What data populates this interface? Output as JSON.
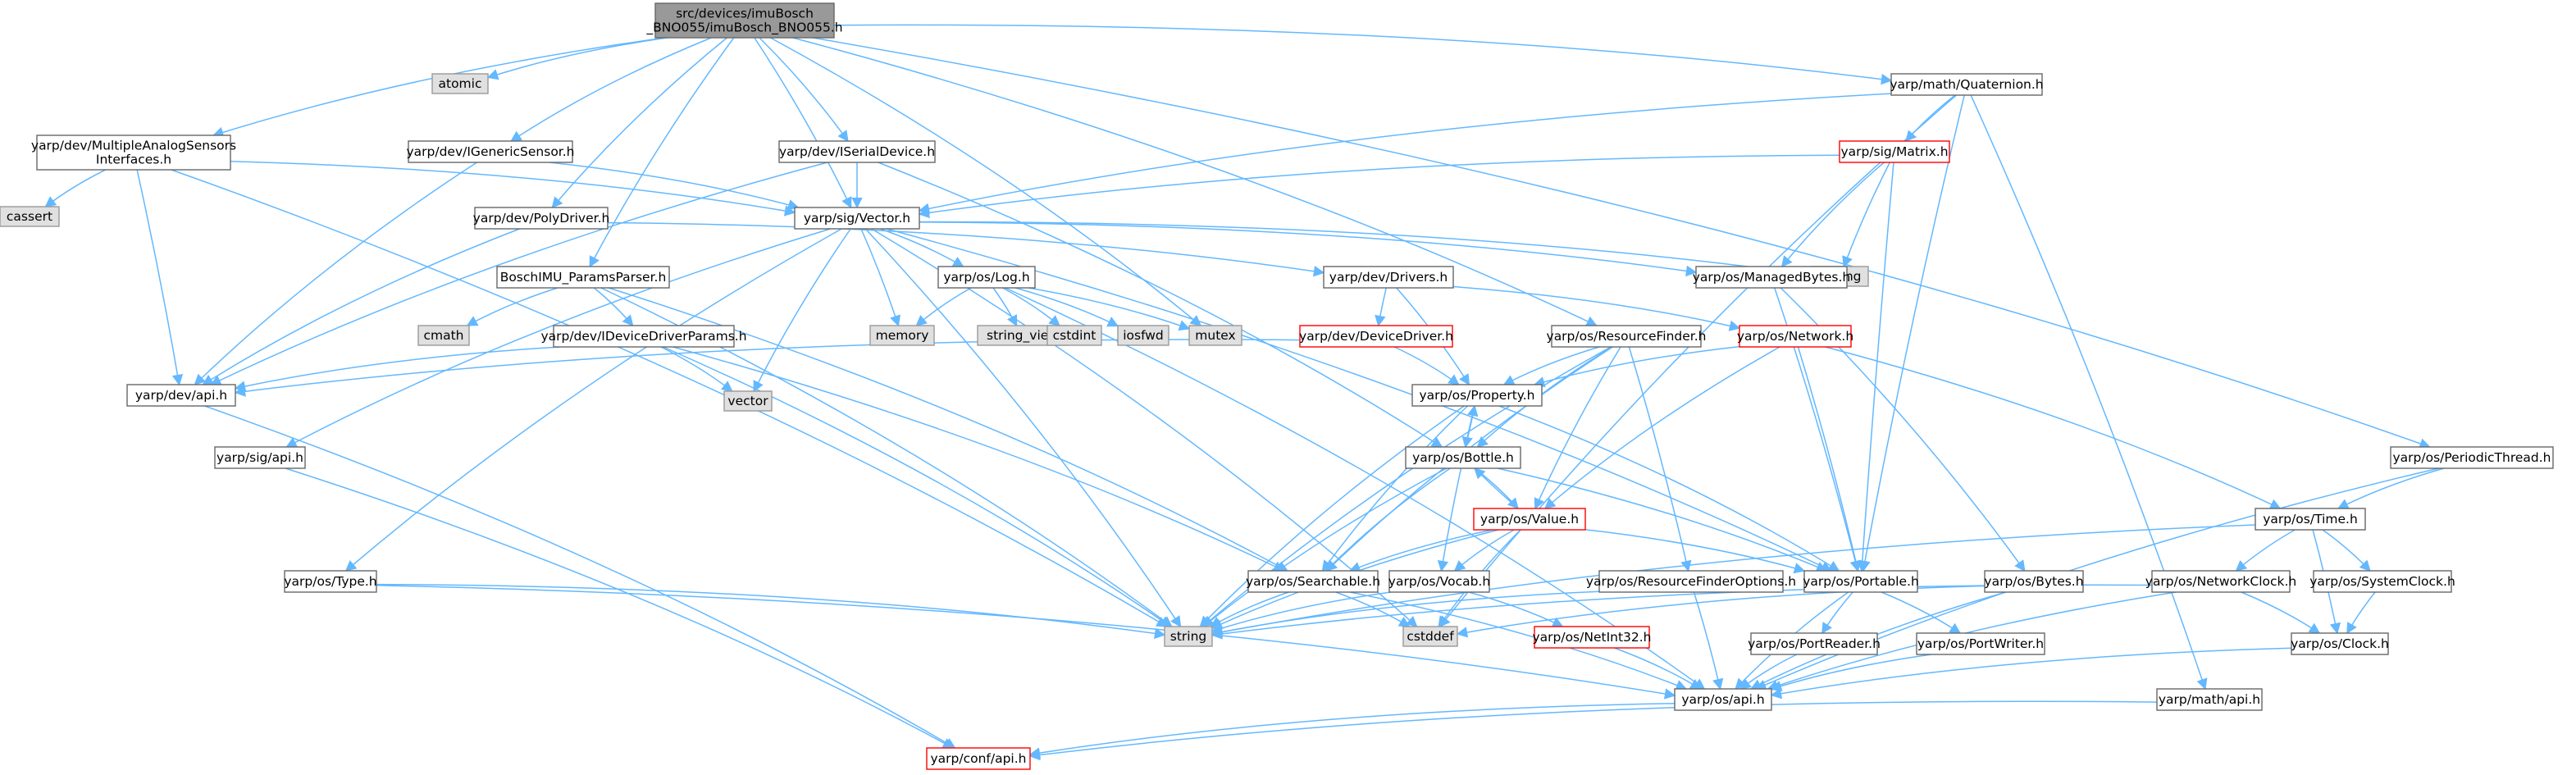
{
  "colors": {
    "edge": "#63b8ff",
    "normal_fill": "#ffffff",
    "normal_border": "#666666",
    "missing_fill": "#e0e0e0",
    "missing_border": "#999999",
    "truncated_border": "#ff0000",
    "root_fill": "#999999",
    "root_border": "#666666"
  },
  "nodes": [
    {
      "id": "root",
      "kind": "root",
      "lines": [
        "src/devices/imuBosch",
        "_BNO055/imuBosch_BNO055.h"
      ]
    },
    {
      "id": "atomic",
      "kind": "missing",
      "lines": [
        "atomic"
      ]
    },
    {
      "id": "multi",
      "kind": "normal",
      "lines": [
        "yarp/dev/MultipleAnalogSensors",
        "Interfaces.h"
      ]
    },
    {
      "id": "cassert",
      "kind": "missing",
      "lines": [
        "cassert"
      ]
    },
    {
      "id": "igeneric",
      "kind": "normal",
      "lines": [
        "yarp/dev/IGenericSensor.h"
      ]
    },
    {
      "id": "iserial",
      "kind": "normal",
      "lines": [
        "yarp/dev/ISerialDevice.h"
      ]
    },
    {
      "id": "polydriver",
      "kind": "normal",
      "lines": [
        "yarp/dev/PolyDriver.h"
      ]
    },
    {
      "id": "vector",
      "kind": "normal",
      "lines": [
        "yarp/sig/Vector.h"
      ]
    },
    {
      "id": "quaternion",
      "kind": "normal",
      "lines": [
        "yarp/math/Quaternion.h"
      ]
    },
    {
      "id": "matrix",
      "kind": "truncated",
      "lines": [
        "yarp/sig/Matrix.h"
      ]
    },
    {
      "id": "cstring",
      "kind": "missing",
      "lines": [
        "cstring"
      ]
    },
    {
      "id": "bosch",
      "kind": "normal",
      "lines": [
        "BoschIMU_ParamsParser.h"
      ]
    },
    {
      "id": "log",
      "kind": "normal",
      "lines": [
        "yarp/os/Log.h"
      ]
    },
    {
      "id": "drivers",
      "kind": "normal",
      "lines": [
        "yarp/dev/Drivers.h"
      ]
    },
    {
      "id": "managed",
      "kind": "normal",
      "lines": [
        "yarp/os/ManagedBytes.h"
      ]
    },
    {
      "id": "cmath",
      "kind": "missing",
      "lines": [
        "cmath"
      ]
    },
    {
      "id": "ideviceparams",
      "kind": "normal",
      "lines": [
        "yarp/dev/IDeviceDriverParams.h"
      ]
    },
    {
      "id": "memory",
      "kind": "missing",
      "lines": [
        "memory"
      ]
    },
    {
      "id": "string_view",
      "kind": "missing",
      "lines": [
        "string_view"
      ]
    },
    {
      "id": "cstdint",
      "kind": "missing",
      "lines": [
        "cstdint"
      ]
    },
    {
      "id": "iosfwd",
      "kind": "missing",
      "lines": [
        "iosfwd"
      ]
    },
    {
      "id": "mutex",
      "kind": "missing",
      "lines": [
        "mutex"
      ]
    },
    {
      "id": "devicedriver",
      "kind": "truncated",
      "lines": [
        "yarp/dev/DeviceDriver.h"
      ]
    },
    {
      "id": "resourcefinder",
      "kind": "normal",
      "lines": [
        "yarp/os/ResourceFinder.h"
      ]
    },
    {
      "id": "network",
      "kind": "truncated",
      "lines": [
        "yarp/os/Network.h"
      ]
    },
    {
      "id": "devapi",
      "kind": "normal",
      "lines": [
        "yarp/dev/api.h"
      ]
    },
    {
      "id": "vectorstd",
      "kind": "missing",
      "lines": [
        "vector"
      ]
    },
    {
      "id": "property",
      "kind": "normal",
      "lines": [
        "yarp/os/Property.h"
      ]
    },
    {
      "id": "bottle",
      "kind": "normal",
      "lines": [
        "yarp/os/Bottle.h"
      ]
    },
    {
      "id": "sigapi",
      "kind": "normal",
      "lines": [
        "yarp/sig/api.h"
      ]
    },
    {
      "id": "periodic",
      "kind": "normal",
      "lines": [
        "yarp/os/PeriodicThread.h"
      ]
    },
    {
      "id": "value",
      "kind": "truncated",
      "lines": [
        "yarp/os/Value.h"
      ]
    },
    {
      "id": "time",
      "kind": "normal",
      "lines": [
        "yarp/os/Time.h"
      ]
    },
    {
      "id": "type",
      "kind": "normal",
      "lines": [
        "yarp/os/Type.h"
      ]
    },
    {
      "id": "searchable",
      "kind": "normal",
      "lines": [
        "yarp/os/Searchable.h"
      ]
    },
    {
      "id": "vocab",
      "kind": "normal",
      "lines": [
        "yarp/os/Vocab.h"
      ]
    },
    {
      "id": "rfoptions",
      "kind": "normal",
      "lines": [
        "yarp/os/ResourceFinderOptions.h"
      ]
    },
    {
      "id": "portable",
      "kind": "normal",
      "lines": [
        "yarp/os/Portable.h"
      ]
    },
    {
      "id": "bytes",
      "kind": "normal",
      "lines": [
        "yarp/os/Bytes.h"
      ]
    },
    {
      "id": "networkclock",
      "kind": "normal",
      "lines": [
        "yarp/os/NetworkClock.h"
      ]
    },
    {
      "id": "systemclock",
      "kind": "normal",
      "lines": [
        "yarp/os/SystemClock.h"
      ]
    },
    {
      "id": "string",
      "kind": "missing",
      "lines": [
        "string"
      ]
    },
    {
      "id": "cstddef",
      "kind": "missing",
      "lines": [
        "cstddef"
      ]
    },
    {
      "id": "netint32",
      "kind": "truncated",
      "lines": [
        "yarp/os/NetInt32.h"
      ]
    },
    {
      "id": "portreader",
      "kind": "normal",
      "lines": [
        "yarp/os/PortReader.h"
      ]
    },
    {
      "id": "portwriter",
      "kind": "normal",
      "lines": [
        "yarp/os/PortWriter.h"
      ]
    },
    {
      "id": "clock",
      "kind": "normal",
      "lines": [
        "yarp/os/Clock.h"
      ]
    },
    {
      "id": "osapi",
      "kind": "normal",
      "lines": [
        "yarp/os/api.h"
      ]
    },
    {
      "id": "mathapi",
      "kind": "normal",
      "lines": [
        "yarp/math/api.h"
      ]
    },
    {
      "id": "confapi",
      "kind": "truncated",
      "lines": [
        "yarp/conf/api.h"
      ]
    }
  ],
  "edges": [
    [
      "root",
      "atomic"
    ],
    [
      "root",
      "multi"
    ],
    [
      "root",
      "igeneric"
    ],
    [
      "root",
      "iserial"
    ],
    [
      "root",
      "polydriver"
    ],
    [
      "root",
      "vector"
    ],
    [
      "root",
      "bosch"
    ],
    [
      "root",
      "mutex"
    ],
    [
      "root",
      "resourcefinder"
    ],
    [
      "root",
      "quaternion"
    ],
    [
      "root",
      "periodic"
    ],
    [
      "multi",
      "cassert"
    ],
    [
      "multi",
      "vector"
    ],
    [
      "multi",
      "devapi"
    ],
    [
      "multi",
      "string"
    ],
    [
      "igeneric",
      "vector"
    ],
    [
      "igeneric",
      "devapi"
    ],
    [
      "iserial",
      "vector"
    ],
    [
      "iserial",
      "devapi"
    ],
    [
      "iserial",
      "bottle"
    ],
    [
      "polydriver",
      "drivers"
    ],
    [
      "polydriver",
      "devapi"
    ],
    [
      "vector",
      "cstring"
    ],
    [
      "vector",
      "log"
    ],
    [
      "vector",
      "memory"
    ],
    [
      "vector",
      "vectorstd"
    ],
    [
      "vector",
      "string"
    ],
    [
      "vector",
      "cstddef"
    ],
    [
      "vector",
      "managed"
    ],
    [
      "vector",
      "portable"
    ],
    [
      "vector",
      "type"
    ],
    [
      "vector",
      "sigapi"
    ],
    [
      "quaternion",
      "vector"
    ],
    [
      "quaternion",
      "matrix"
    ],
    [
      "quaternion",
      "portable"
    ],
    [
      "quaternion",
      "cstddef"
    ],
    [
      "quaternion",
      "mathapi"
    ],
    [
      "matrix",
      "vector"
    ],
    [
      "matrix",
      "cstring"
    ],
    [
      "matrix",
      "managed"
    ],
    [
      "matrix",
      "portable"
    ],
    [
      "bosch",
      "cmath"
    ],
    [
      "bosch",
      "ideviceparams"
    ],
    [
      "bosch",
      "string"
    ],
    [
      "bosch",
      "searchable"
    ],
    [
      "ideviceparams",
      "vectorstd"
    ],
    [
      "ideviceparams",
      "string"
    ],
    [
      "ideviceparams",
      "searchable"
    ],
    [
      "ideviceparams",
      "devapi"
    ],
    [
      "log",
      "memory"
    ],
    [
      "log",
      "string_view"
    ],
    [
      "log",
      "cstdint"
    ],
    [
      "log",
      "iosfwd"
    ],
    [
      "log",
      "mutex"
    ],
    [
      "log",
      "osapi"
    ],
    [
      "drivers",
      "devicedriver"
    ],
    [
      "drivers",
      "network"
    ],
    [
      "drivers",
      "property"
    ],
    [
      "devicedriver",
      "property"
    ],
    [
      "devicedriver",
      "devapi"
    ],
    [
      "managed",
      "portable"
    ],
    [
      "managed",
      "bytes"
    ],
    [
      "resourcefinder",
      "string"
    ],
    [
      "resourcefinder",
      "bottle"
    ],
    [
      "resourcefinder",
      "property"
    ],
    [
      "resourcefinder",
      "searchable"
    ],
    [
      "resourcefinder",
      "rfoptions"
    ],
    [
      "resourcefinder",
      "value"
    ],
    [
      "network",
      "property"
    ],
    [
      "network",
      "value"
    ],
    [
      "network",
      "portable"
    ],
    [
      "network",
      "time"
    ],
    [
      "property",
      "bottle"
    ],
    [
      "property",
      "searchable"
    ],
    [
      "property",
      "portable"
    ],
    [
      "property",
      "string"
    ],
    [
      "bottle",
      "property"
    ],
    [
      "bottle",
      "value"
    ],
    [
      "bottle",
      "searchable"
    ],
    [
      "bottle",
      "vocab"
    ],
    [
      "bottle",
      "portable"
    ],
    [
      "bottle",
      "string"
    ],
    [
      "value",
      "bottle"
    ],
    [
      "value",
      "searchable"
    ],
    [
      "value",
      "vocab"
    ],
    [
      "value",
      "portable"
    ],
    [
      "value",
      "cstddef"
    ],
    [
      "value",
      "string"
    ],
    [
      "searchable",
      "string"
    ],
    [
      "searchable",
      "cstddef"
    ],
    [
      "searchable",
      "osapi"
    ],
    [
      "vocab",
      "string"
    ],
    [
      "vocab",
      "netint32"
    ],
    [
      "rfoptions",
      "string"
    ],
    [
      "rfoptions",
      "osapi"
    ],
    [
      "portable",
      "portreader"
    ],
    [
      "portable",
      "portwriter"
    ],
    [
      "portable",
      "osapi"
    ],
    [
      "portreader",
      "osapi"
    ],
    [
      "portwriter",
      "osapi"
    ],
    [
      "bytes",
      "cstddef"
    ],
    [
      "bytes",
      "osapi"
    ],
    [
      "type",
      "string"
    ],
    [
      "type",
      "osapi"
    ],
    [
      "periodic",
      "time"
    ],
    [
      "periodic",
      "osapi"
    ],
    [
      "time",
      "networkclock"
    ],
    [
      "time",
      "systemclock"
    ],
    [
      "time",
      "clock"
    ],
    [
      "time",
      "string"
    ],
    [
      "networkclock",
      "clock"
    ],
    [
      "networkclock",
      "string"
    ],
    [
      "networkclock",
      "osapi"
    ],
    [
      "systemclock",
      "clock"
    ],
    [
      "clock",
      "osapi"
    ],
    [
      "netint32",
      "osapi"
    ],
    [
      "osapi",
      "confapi"
    ],
    [
      "mathapi",
      "confapi"
    ],
    [
      "sigapi",
      "confapi"
    ],
    [
      "devapi",
      "confapi"
    ]
  ]
}
